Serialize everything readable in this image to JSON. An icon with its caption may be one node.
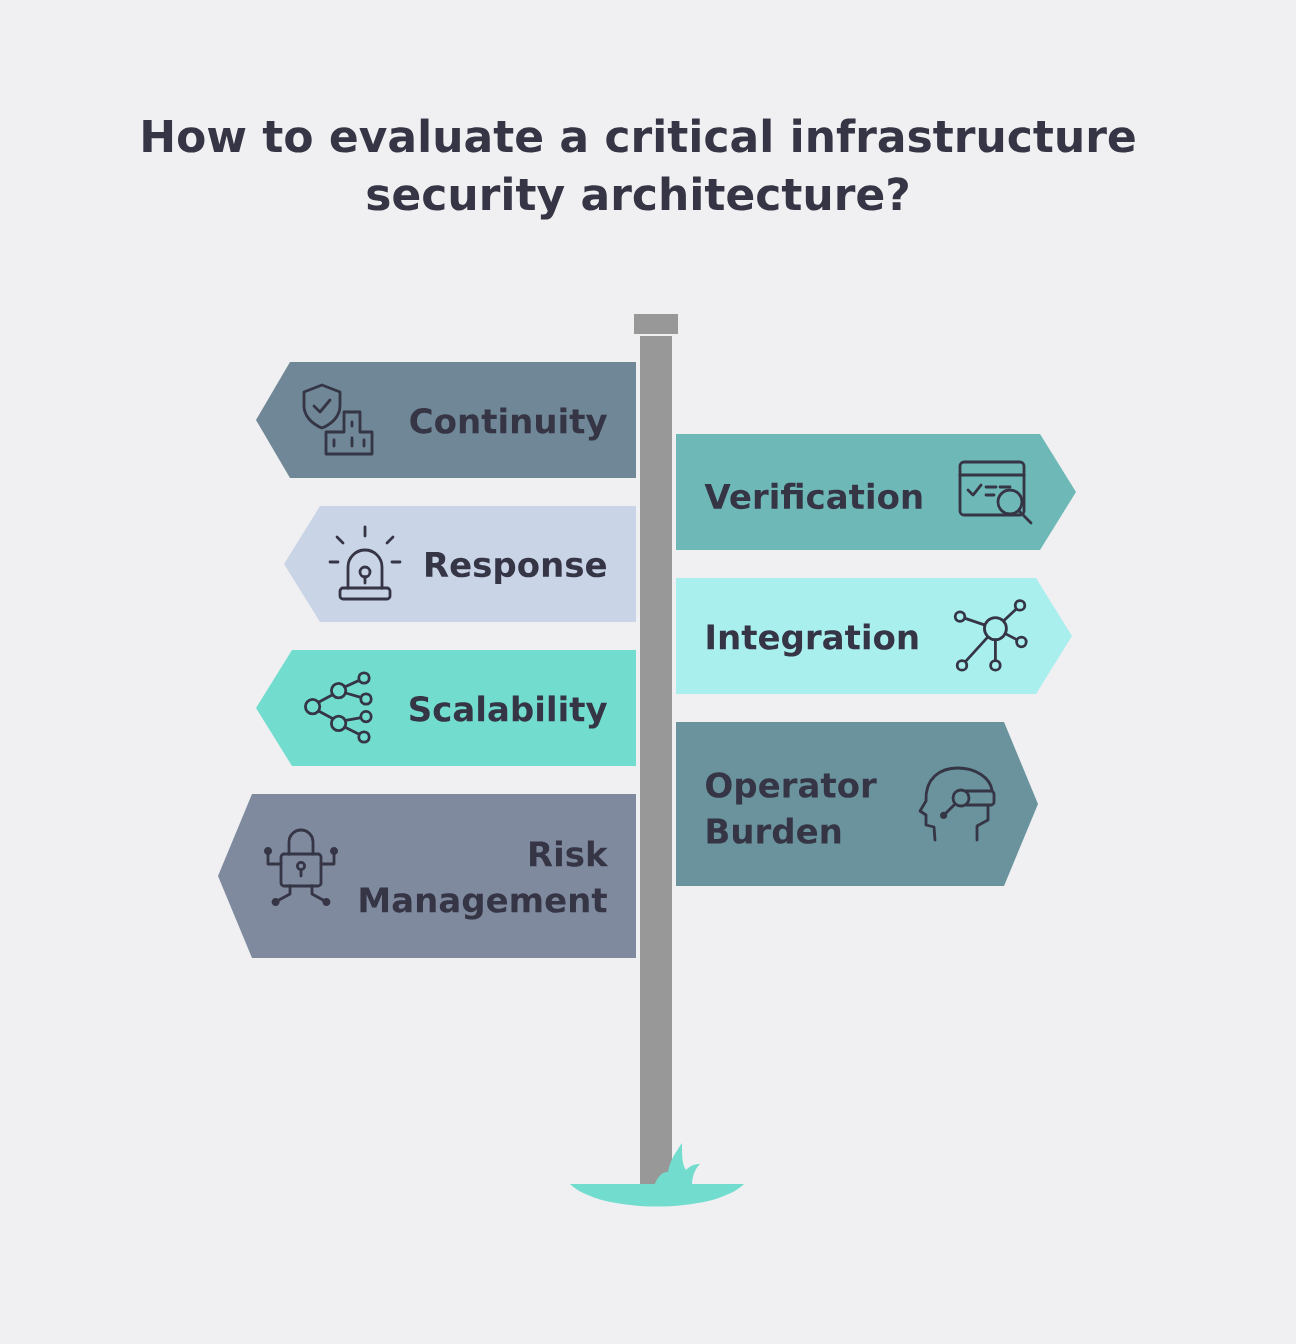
{
  "diagram": {
    "title": "How to evaluate a critical infrastructure security architecture?",
    "nodes": [
      {
        "text": [
          "Continuity"
        ]
      },
      {
        "text": [
          "Verification"
        ]
      },
      {
        "text": [
          "Response"
        ]
      },
      {
        "text": [
          "Integration"
        ]
      },
      {
        "text": [
          "Scalability"
        ]
      },
      {
        "text": [
          "Operator Burden"
        ]
      },
      {
        "text": [
          "Risk Management"
        ]
      }
    ]
  }
}
